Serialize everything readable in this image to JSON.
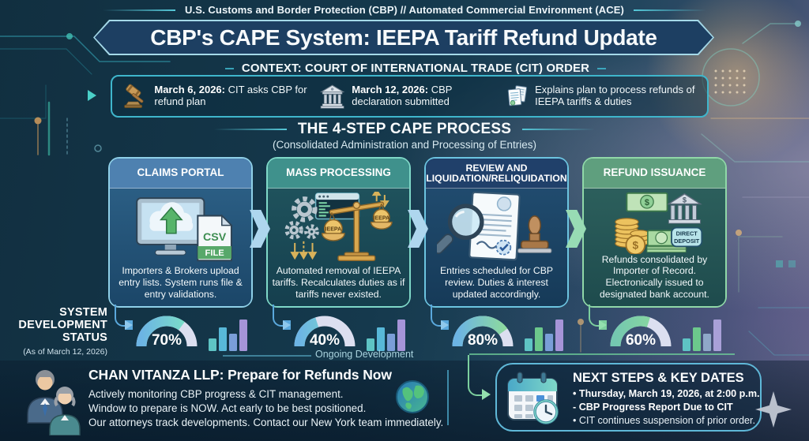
{
  "header": {
    "kicker": "U.S. Customs and Border Protection (CBP)  //  Automated Commercial Environment (ACE)",
    "title": "CBP's CAPE System: IEEPA Tariff Refund Update"
  },
  "context": {
    "title": "CONTEXT: COURT OF INTERNATIONAL TRADE (CIT) ORDER",
    "items": [
      {
        "date": "March 6, 2026:",
        "text": " CIT asks CBP for refund plan"
      },
      {
        "date": "March 12, 2026:",
        "text": " CBP declaration submitted"
      },
      {
        "date": "",
        "text": "Explains plan to process refunds of IEEPA tariffs & duties"
      }
    ]
  },
  "process": {
    "title": "THE 4-STEP CAPE PROCESS",
    "subtitle": "(Consolidated Administration and Processing of Entries)",
    "steps": [
      {
        "title": "CLAIMS PORTAL",
        "description": "Importers & Brokers upload entry lists. System runs file & entry validations.",
        "progress_label": "70%",
        "progress_value": 70
      },
      {
        "title": "MASS PROCESSING",
        "description": "Automated removal of IEEPA tariffs. Recalculates duties as if tariffs never existed.",
        "progress_label": "40%",
        "progress_value": 40
      },
      {
        "title": "REVIEW AND LIQUIDATION/RELIQUIDATION",
        "description": "Entries scheduled for CBP review. Duties & interest updated accordingly.",
        "progress_label": "80%",
        "progress_value": 80
      },
      {
        "title": "REFUND ISSUANCE",
        "description": "Refunds consolidated by Importer of Record. Electronically issued to designated bank account.",
        "progress_label": "60%",
        "progress_value": 60
      }
    ]
  },
  "status_panel": {
    "line1": "SYSTEM",
    "line2": "DEVELOPMENT",
    "line3": "STATUS",
    "as_of": "(As of March 12, 2026)",
    "ongoing": "Ongoing Development"
  },
  "icon_labels": {
    "csv": "CSV",
    "file": "FILE",
    "ieepa_left": "IEEPA",
    "ieepa_right": "IEEPA",
    "direct_line1": "DIRECT",
    "direct_line2": "DEPOSIT",
    "dollar_coin": "$",
    "dollar_note": "$",
    "dollar_bank": "$"
  },
  "firm": {
    "heading": "CHAN VITANZA LLP: Prepare for Refunds Now",
    "line1": "Actively monitoring CBP progress & CIT management.",
    "line2": "Window to prepare is NOW. Act early to be best positioned.",
    "line3": "Our attorneys track developments. Contact our New York team immediately."
  },
  "next_steps": {
    "title": "NEXT STEPS & KEY DATES",
    "line1": "• Thursday, March 19, 2026, at 2:00 p.m.",
    "line2": "- CBP Progress Report Due to CIT",
    "line3": "• CIT continues suspension of prior order."
  },
  "colors": {
    "accent": "#45bcd2",
    "banner_bg": "#1d3f62",
    "step_header_bg": [
      "#4e81b0",
      "#3f918c",
      "#20406a",
      "#5f9f7e"
    ],
    "step_border": [
      "#8fd0e8",
      "#7fd8c8",
      "#6cc4e0",
      "#90d8a8"
    ],
    "step_body_bg": [
      "linear-gradient(180deg,#2b5e84,#1b4668)",
      "linear-gradient(180deg,#1f525c,#153f4e)",
      "linear-gradient(180deg,#204b6e,#163a58)",
      "linear-gradient(180deg,#2c5f5c,#1e4b4d)"
    ],
    "arrow_colors": [
      "#aed6ee",
      "#aed6ee",
      "#98dcb4"
    ],
    "gauge_track": "#dcdff0",
    "gauge_grad_start": "#6cb4e4",
    "gauge_grad_end": "#7de4c4"
  }
}
